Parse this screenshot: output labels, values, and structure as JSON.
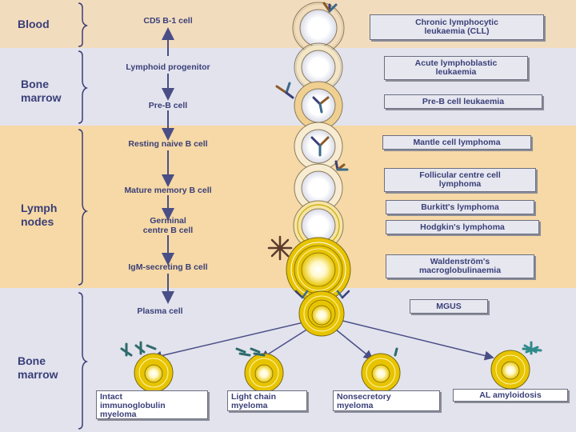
{
  "colors": {
    "blood_band": "#f2dcbe",
    "marrow_band": "#e2e3ed",
    "lymph_band": "#f6d9a6",
    "text": "#3a3f78",
    "arrow": "#4a4e86"
  },
  "regions": {
    "blood": "Blood",
    "bone_marrow_top": "Bone marrow",
    "lymph_nodes": "Lymph nodes",
    "bone_marrow_bottom": "Bone marrow"
  },
  "stages": {
    "cd5": "CD5 B-1 cell",
    "lymphoid": "Lymphoid progenitor",
    "preb": "Pre-B cell",
    "naive": "Resting naive B cell",
    "memory": "Mature memory B cell",
    "germinal_1": "Germinal",
    "germinal_2": "centre B cell",
    "igm": "IgM-secreting B cell",
    "plasma": "Plasma cell"
  },
  "diseases": {
    "cll_1": "Chronic lymphocytic",
    "cll_2": "leukaemia (CLL)",
    "all_1": "Acute lymphoblastic",
    "all_2": "leukaemia",
    "preb": "Pre-B cell leukaemia",
    "mantle": "Mantle cell lymphoma",
    "follicular_1": "Follicular centre cell",
    "follicular_2": "lymphoma",
    "burkitt": "Burkitt's lymphoma",
    "hodgkin": "Hodgkin's lymphoma",
    "waldenstrom_1": "Waldenström's",
    "waldenstrom_2": "macroglobulinaemia",
    "mgus": "MGUS"
  },
  "myelomas": {
    "intact_1": "Intact",
    "intact_2": "immunoglobulin",
    "intact_3": "myeloma",
    "light_1": "Light chain",
    "light_2": "myeloma",
    "nonsecretory_1": "Nonsecretory",
    "nonsecretory_2": "myeloma",
    "al": "AL amyloidosis"
  }
}
